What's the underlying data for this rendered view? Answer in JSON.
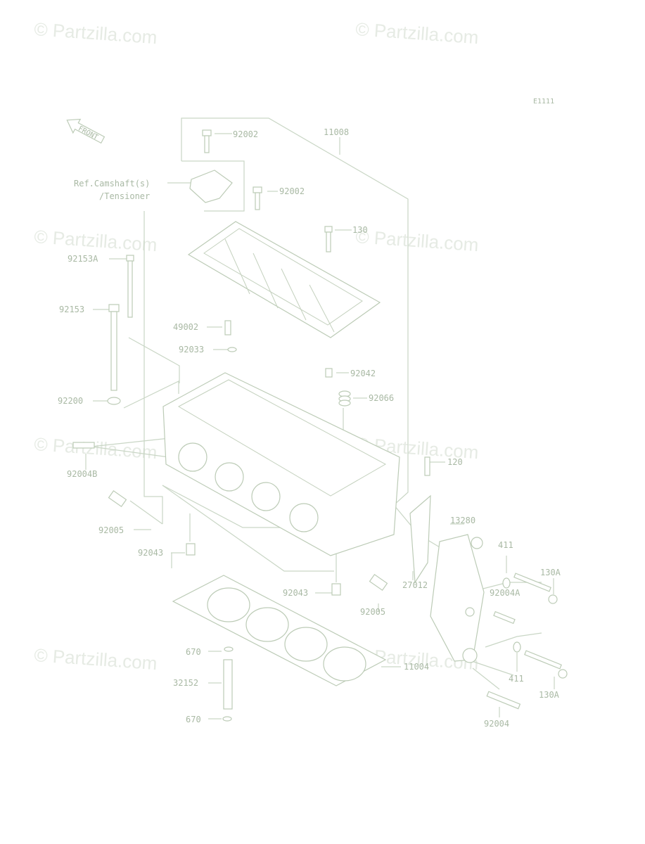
{
  "diagram_code": "E1111",
  "watermark": "© Partzilla.com",
  "front_label": "FRONT",
  "reference_note": [
    "Ref.Camshaft(s)",
    "/Tensioner"
  ],
  "labels": [
    {
      "id": "92002-a",
      "text": "92002"
    },
    {
      "id": "11008-top",
      "text": "11008"
    },
    {
      "id": "92002-b",
      "text": "92002"
    },
    {
      "id": "130-top",
      "text": "130"
    },
    {
      "id": "92153A",
      "text": "92153A"
    },
    {
      "id": "92153",
      "text": "92153"
    },
    {
      "id": "49002",
      "text": "49002"
    },
    {
      "id": "92033",
      "text": "92033"
    },
    {
      "id": "92042",
      "text": "92042"
    },
    {
      "id": "92066",
      "text": "92066"
    },
    {
      "id": "92200",
      "text": "92200"
    },
    {
      "id": "92004B",
      "text": "92004B"
    },
    {
      "id": "120",
      "text": "120"
    },
    {
      "id": "92005-a",
      "text": "92005"
    },
    {
      "id": "13280",
      "text": "13280"
    },
    {
      "id": "411-top",
      "text": "411"
    },
    {
      "id": "92043-a",
      "text": "92043"
    },
    {
      "id": "130A-top",
      "text": "130A"
    },
    {
      "id": "27012",
      "text": "27012"
    },
    {
      "id": "92004A",
      "text": "92004A"
    },
    {
      "id": "92043-b",
      "text": "92043"
    },
    {
      "id": "92005-b",
      "text": "92005"
    },
    {
      "id": "670-top",
      "text": "670"
    },
    {
      "id": "11004",
      "text": "11004"
    },
    {
      "id": "32152",
      "text": "32152"
    },
    {
      "id": "411-bottom",
      "text": "411"
    },
    {
      "id": "130A-bottom",
      "text": "130A"
    },
    {
      "id": "670-bottom",
      "text": "670"
    },
    {
      "id": "92004",
      "text": "92004"
    }
  ]
}
